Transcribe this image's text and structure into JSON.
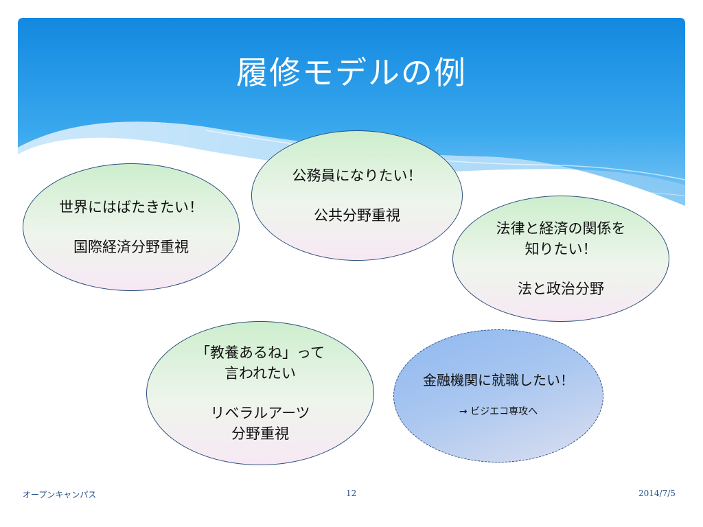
{
  "slide": {
    "title": "履修モデルの例",
    "bubbles": {
      "world": {
        "line1": "世界にはばたきたい！",
        "line2": "国際経済分野重視"
      },
      "civil": {
        "line1": "公務員になりたい！",
        "line2": "公共分野重視"
      },
      "law": {
        "line1": "法律と経済の関係を\n知りたい！",
        "line2": "法と政治分野"
      },
      "liberal": {
        "line1": "「教養あるね」って\n言われたい",
        "line2": "リベラルアーツ\n分野重視"
      },
      "finance": {
        "line1": "金融機関に就職したい！",
        "line2": "→ ビジエコ専攻へ"
      }
    },
    "footer": {
      "left": "オープンキャンパス",
      "page": "12",
      "date": "2014/7/5"
    }
  },
  "colors": {
    "header_blue": "#1a8ee0",
    "text_white": "#ffffff",
    "bubble_border": "#2d4f7c",
    "footer_text": "#1f4f8a"
  }
}
